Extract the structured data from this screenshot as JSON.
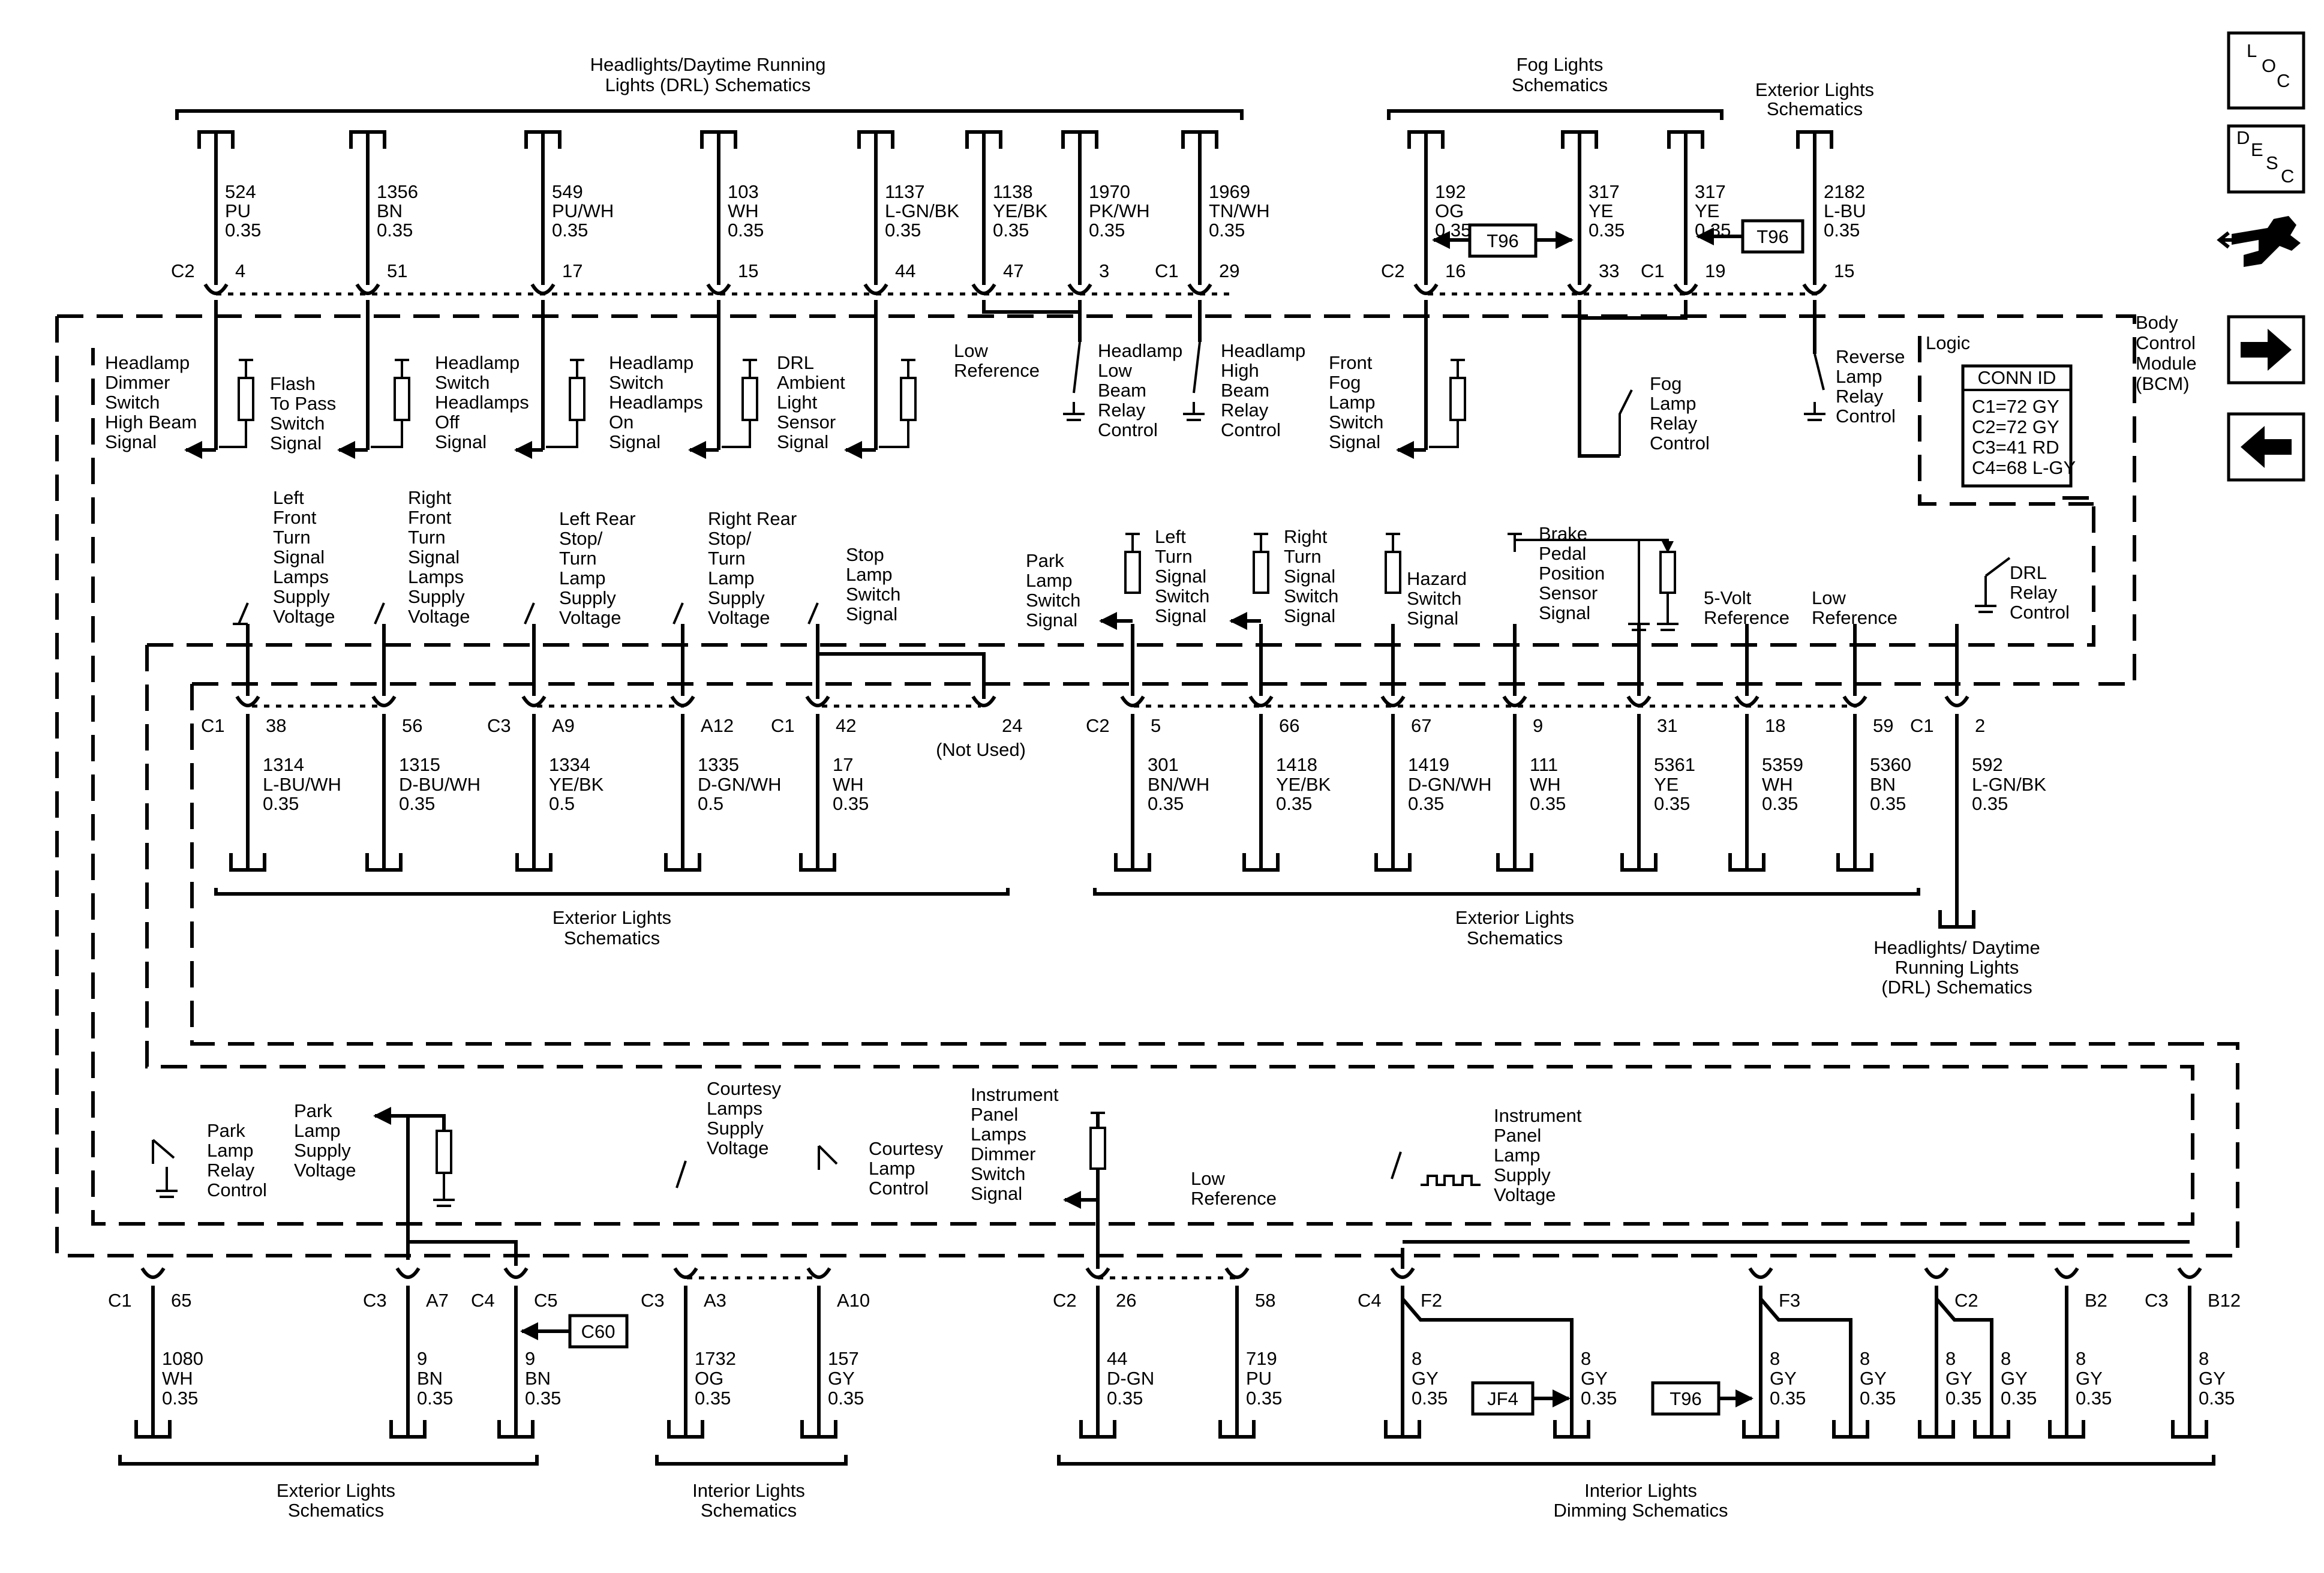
{
  "headers": {
    "drl_top": [
      "Headlights/Daytime Running",
      "Lights (DRL) Schematics"
    ],
    "fog": [
      "Fog Lights",
      "Schematics"
    ],
    "ext_top": [
      "Exterior Lights",
      "Schematics"
    ],
    "ext_left": [
      "Exterior Lights",
      "Schematics"
    ],
    "ext_mid": [
      "Exterior Lights",
      "Schematics"
    ],
    "drl_right": [
      "Headlights/ Daytime",
      "Running Lights",
      "(DRL) Schematics"
    ],
    "ext_bottom": [
      "Exterior Lights",
      "Schematics"
    ],
    "int_bottom": [
      "Interior Lights",
      "Schematics"
    ],
    "dim_bottom": [
      "Interior Lights",
      "Dimming Schematics"
    ]
  },
  "module": {
    "name": [
      "Body",
      "Control",
      "Module",
      "(BCM)"
    ],
    "logic": "Logic",
    "conn_title": "CONN ID",
    "conn": [
      "C1=72 GY",
      "C2=72 GY",
      "C3=41 RD",
      "C4=68 L-GY"
    ]
  },
  "nav": {
    "loc": [
      "L",
      "O",
      "C"
    ],
    "desc": [
      "D",
      "E",
      "S",
      "C"
    ]
  },
  "top_wires": [
    {
      "num": "524",
      "color": "PU",
      "gauge": "0.35",
      "pin": "4",
      "conn": "C2"
    },
    {
      "num": "1356",
      "color": "BN",
      "gauge": "0.35",
      "pin": "51"
    },
    {
      "num": "549",
      "color": "PU/WH",
      "gauge": "0.35",
      "pin": "17"
    },
    {
      "num": "103",
      "color": "WH",
      "gauge": "0.35",
      "pin": "15"
    },
    {
      "num": "1137",
      "color": "L-GN/BK",
      "gauge": "0.35",
      "pin": "44"
    },
    {
      "num": "1138",
      "color": "YE/BK",
      "gauge": "0.35",
      "pin": "47"
    },
    {
      "num": "1970",
      "color": "PK/WH",
      "gauge": "0.35",
      "pin": "3"
    },
    {
      "num": "1969",
      "color": "TN/WH",
      "gauge": "0.35",
      "pin": "29",
      "conn": "C1"
    },
    {
      "num": "192",
      "color": "OG",
      "gauge": "0.35",
      "pin": "16",
      "conn": "C2"
    },
    {
      "num": "317",
      "color": "YE",
      "gauge": "0.35",
      "pin": "33"
    },
    {
      "num": "317",
      "color": "YE",
      "gauge": "0.35",
      "pin": "19",
      "conn": "C1"
    },
    {
      "num": "2182",
      "color": "L-BU",
      "gauge": "0.35",
      "pin": "15"
    }
  ],
  "row1_labels": [
    [
      "Headlamp",
      "Dimmer",
      "Switch",
      "High Beam",
      "Signal"
    ],
    [
      "Flash",
      "To Pass",
      "Switch",
      "Signal"
    ],
    [
      "Headlamp",
      "Switch",
      "Headlamps",
      "Off",
      "Signal"
    ],
    [
      "Headlamp",
      "Switch",
      "Headlamps",
      "On",
      "Signal"
    ],
    [
      "DRL",
      "Ambient",
      "Light",
      "Sensor",
      "Signal"
    ],
    [
      "Low",
      "Reference"
    ],
    [
      "Headlamp",
      "Low",
      "Beam",
      "Relay",
      "Control"
    ],
    [
      "Headlamp",
      "High",
      "Beam",
      "Relay",
      "Control"
    ],
    [
      "Front",
      "Fog",
      "Lamp",
      "Switch",
      "Signal"
    ],
    [
      "Fog",
      "Lamp",
      "Relay",
      "Control"
    ],
    [
      "Reverse",
      "Lamp",
      "Relay",
      "Control"
    ]
  ],
  "row2_labels": [
    [
      "Left",
      "Front",
      "Turn",
      "Signal",
      "Lamps",
      "Supply",
      "Voltage"
    ],
    [
      "Right",
      "Front",
      "Turn",
      "Signal",
      "Lamps",
      "Supply",
      "Voltage"
    ],
    [
      "Left Rear",
      "Stop/",
      "Turn",
      "Lamp",
      "Supply",
      "Voltage"
    ],
    [
      "Right Rear",
      "Stop/",
      "Turn",
      "Lamp",
      "Supply",
      "Voltage"
    ],
    [
      "Stop",
      "Lamp",
      "Switch",
      "Signal"
    ],
    [
      "Park",
      "Lamp",
      "Switch",
      "Signal"
    ],
    [
      "Left",
      "Turn",
      "Signal",
      "Switch",
      "Signal"
    ],
    [
      "Right",
      "Turn",
      "Signal",
      "Switch",
      "Signal"
    ],
    [
      "Hazard",
      "Switch",
      "Signal"
    ],
    [
      "Brake",
      "Pedal",
      "Position",
      "Sensor",
      "Signal"
    ],
    [
      "5-Volt",
      "Reference"
    ],
    [
      "Low",
      "Reference"
    ],
    [
      "DRL",
      "Relay",
      "Control"
    ]
  ],
  "not_used": "(Not Used)",
  "mid_wires": [
    {
      "num": "1314",
      "color": "L-BU/WH",
      "gauge": "0.35",
      "pin": "38",
      "conn": "C1"
    },
    {
      "num": "1315",
      "color": "D-BU/WH",
      "gauge": "0.35",
      "pin": "56"
    },
    {
      "num": "1334",
      "color": "YE/BK",
      "gauge": "0.5",
      "pin": "A9",
      "conn": "C3"
    },
    {
      "num": "1335",
      "color": "D-GN/WH",
      "gauge": "0.5",
      "pin": "A12"
    },
    {
      "num": "17",
      "color": "WH",
      "gauge": "0.35",
      "pin": "42",
      "conn": "C1"
    },
    {
      "pin": "24"
    },
    {
      "num": "301",
      "color": "BN/WH",
      "gauge": "0.35",
      "pin": "5",
      "conn": "C2"
    },
    {
      "num": "1418",
      "color": "YE/BK",
      "gauge": "0.35",
      "pin": "66"
    },
    {
      "num": "1419",
      "color": "D-GN/WH",
      "gauge": "0.35",
      "pin": "67"
    },
    {
      "num": "111",
      "color": "WH",
      "gauge": "0.35",
      "pin": "9"
    },
    {
      "num": "5361",
      "color": "YE",
      "gauge": "0.35",
      "pin": "31"
    },
    {
      "num": "5359",
      "color": "WH",
      "gauge": "0.35",
      "pin": "18"
    },
    {
      "num": "5360",
      "color": "BN",
      "gauge": "0.35",
      "pin": "59"
    },
    {
      "num": "592",
      "color": "L-GN/BK",
      "gauge": "0.35",
      "pin": "2",
      "conn": "C1"
    }
  ],
  "row3_labels": [
    [
      "Park",
      "Lamp",
      "Relay",
      "Control"
    ],
    [
      "Park",
      "Lamp",
      "Supply",
      "Voltage"
    ],
    [
      "Courtesy",
      "Lamps",
      "Supply",
      "Voltage"
    ],
    [
      "Courtesy",
      "Lamp",
      "Control"
    ],
    [
      "Instrument",
      "Panel",
      "Lamps",
      "Dimmer",
      "Switch",
      "Signal"
    ],
    [
      "Low",
      "Reference"
    ],
    [
      "Instrument",
      "Panel",
      "Lamp",
      "Supply",
      "Voltage"
    ]
  ],
  "bottom_wires": [
    {
      "num": "1080",
      "color": "WH",
      "gauge": "0.35",
      "pin": "65",
      "conn": "C1"
    },
    {
      "num": "9",
      "color": "BN",
      "gauge": "0.35",
      "pin": "A7",
      "conn": "C3"
    },
    {
      "num": "9",
      "color": "BN",
      "gauge": "0.35",
      "pin": "C5",
      "conn": "C4"
    },
    {
      "num": "1732",
      "color": "OG",
      "gauge": "0.35",
      "pin": "A3",
      "conn": "C3"
    },
    {
      "num": "157",
      "color": "GY",
      "gauge": "0.35",
      "pin": "A10"
    },
    {
      "num": "44",
      "color": "D-GN",
      "gauge": "0.35",
      "pin": "26",
      "conn": "C2"
    },
    {
      "num": "719",
      "color": "PU",
      "gauge": "0.35",
      "pin": "58"
    },
    {
      "pin": "F2",
      "conn": "C4"
    },
    {
      "pin": "F3"
    },
    {
      "pin": "C2"
    },
    {
      "pin": "B2"
    },
    {
      "pin": "B12",
      "conn": "C3"
    }
  ],
  "gy_wire": {
    "num": "8",
    "color": "GY",
    "gauge": "0.35"
  },
  "refs": {
    "t96a": "T96",
    "t96b": "T96",
    "c60": "C60",
    "jf4": "JF4",
    "t96c": "T96"
  }
}
